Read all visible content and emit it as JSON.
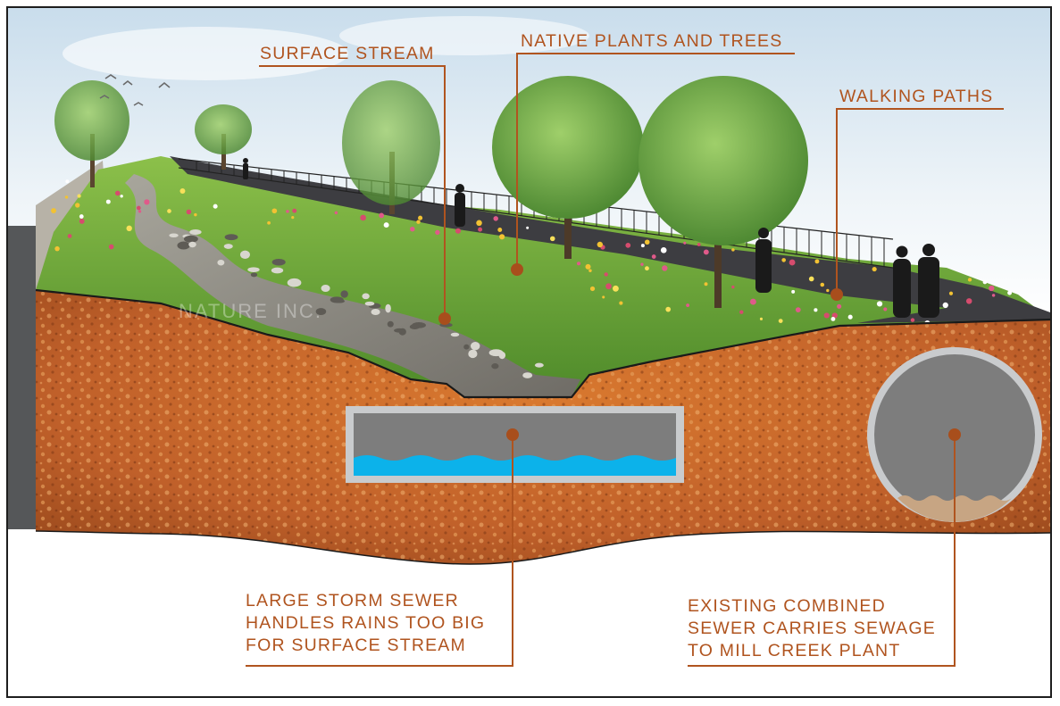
{
  "labels": {
    "surface_stream": "SURFACE STREAM",
    "native_plants": "NATIVE PLANTS AND TREES",
    "walking_paths": "WALKING PATHS",
    "storm_sewer": [
      "LARGE STORM SEWER",
      "HANDLES RAINS TOO BIG",
      "FOR SURFACE STREAM"
    ],
    "combined_sewer": [
      "EXISTING COMBINED",
      "SEWER CARRIES SEWAGE",
      "TO MILL CREEK PLANT"
    ]
  },
  "watermark": "NATURE INC.",
  "colors": {
    "label": "#b0541f",
    "leader": "#b0541f",
    "marker": "#a84e1c",
    "soil": "#c8692c",
    "grass": "#6aa33a",
    "stream": "#8d8c86",
    "path": "#3e3e42",
    "pipe_gray": "#7d7d7d",
    "pipe_rim": "#c9cbcd",
    "water": "#0cb2ea",
    "sewage": "#c7a583"
  },
  "icons": [
    "bird-icon",
    "person-icon",
    "tree-icon",
    "flower-icon"
  ]
}
